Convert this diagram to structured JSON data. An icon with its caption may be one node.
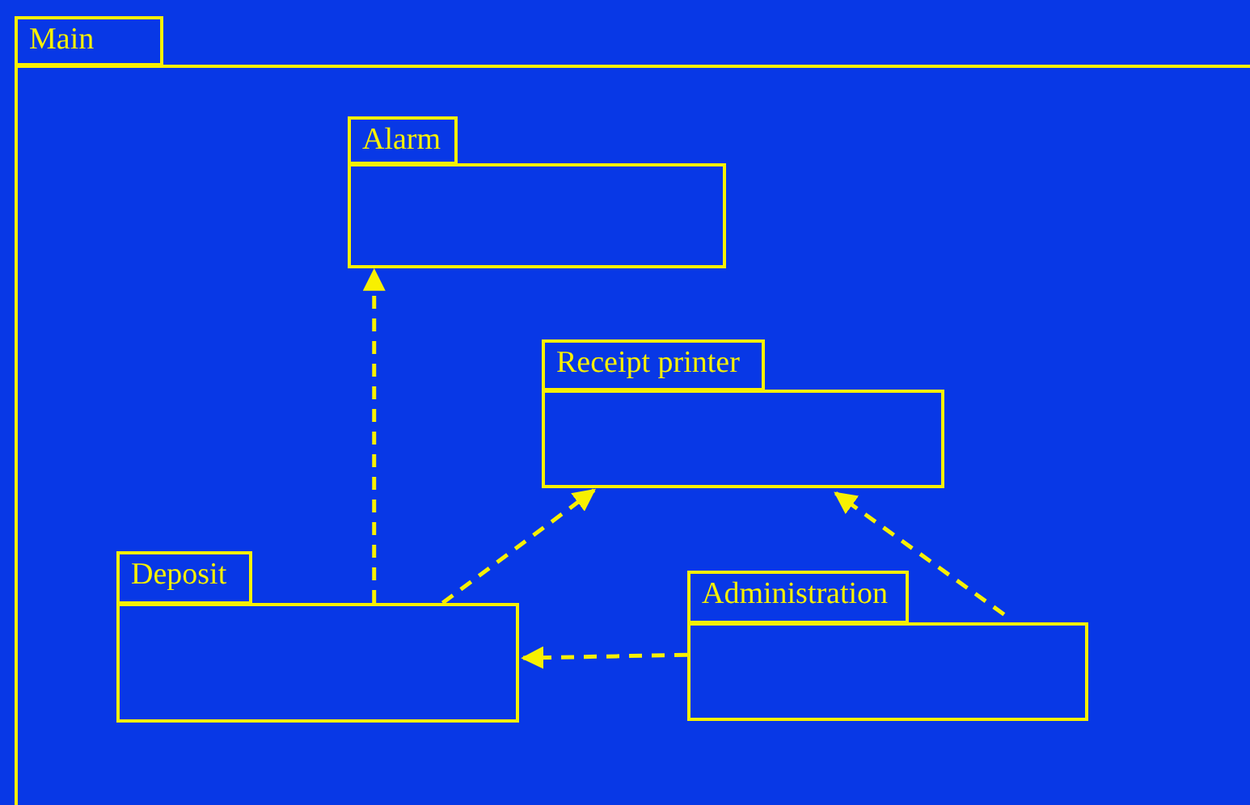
{
  "diagram": {
    "nodes": [
      {
        "text": [
          "Main"
        ]
      },
      {
        "text": [
          "Alarm"
        ],
        "in": 0
      },
      {
        "text": [
          "Receipt printer"
        ],
        "in": 0
      },
      {
        "text": [
          "Deposit"
        ],
        "in": 0
      },
      {
        "text": [
          "Administration"
        ],
        "in": 0
      }
    ],
    "edges": [
      {
        "from": 3,
        "to": 1,
        "arrow": "to",
        "style": "dashed"
      },
      {
        "from": 3,
        "to": 2,
        "arrow": "to",
        "style": "dashed"
      },
      {
        "from": 4,
        "to": 2,
        "arrow": "to",
        "style": "dashed"
      },
      {
        "from": 4,
        "to": 3,
        "arrow": "to",
        "style": "dashed"
      }
    ]
  }
}
